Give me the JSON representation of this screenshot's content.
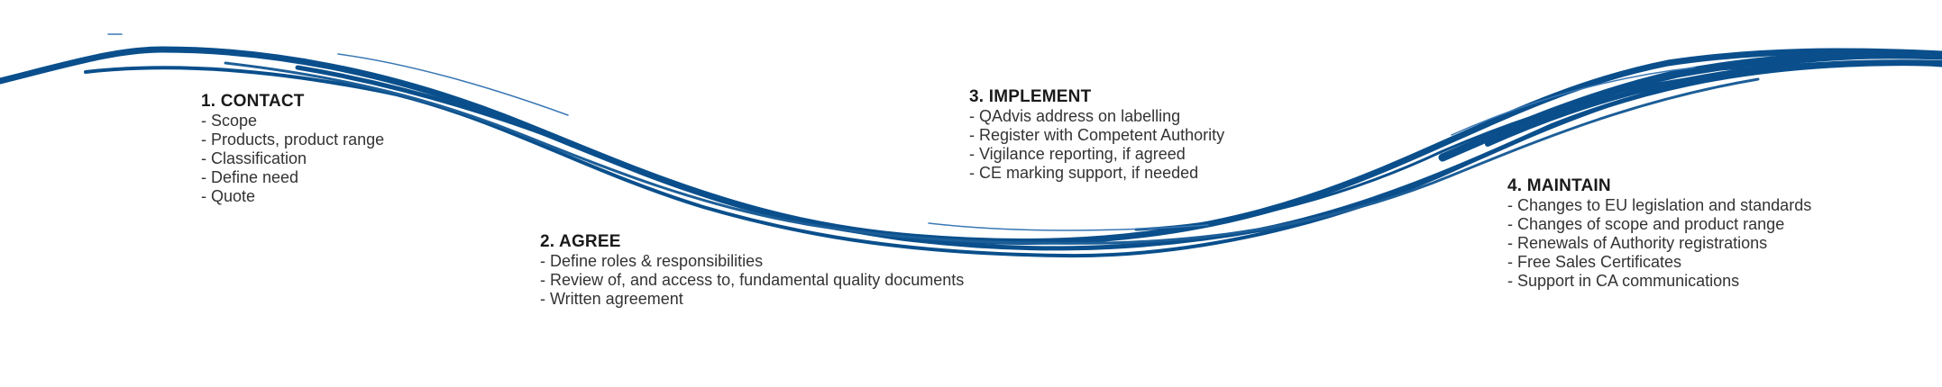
{
  "colors": {
    "brush": "#0a4f8c",
    "brush_light": "#3a78b5",
    "text": "#333333",
    "heading": "#1a1a1a"
  },
  "steps": [
    {
      "title": "1. CONTACT",
      "items": [
        "- Scope",
        "- Products, product range",
        "- Classification",
        "- Define need",
        "- Quote"
      ]
    },
    {
      "title": "2. AGREE",
      "items": [
        "- Define roles & responsibilities",
        "- Review of, and access to, fundamental quality documents",
        "- Written agreement"
      ]
    },
    {
      "title": "3. IMPLEMENT",
      "items": [
        "- QAdvis address on labelling",
        "- Register with Competent Authority",
        "- Vigilance reporting, if agreed",
        "- CE marking support, if needed"
      ]
    },
    {
      "title": "4. MAINTAIN",
      "items": [
        "- Changes to EU legislation and standards",
        "- Changes of scope and product range",
        "- Renewals of Authority registrations",
        "- Free Sales Certificates",
        "- Support in CA communications"
      ]
    }
  ]
}
